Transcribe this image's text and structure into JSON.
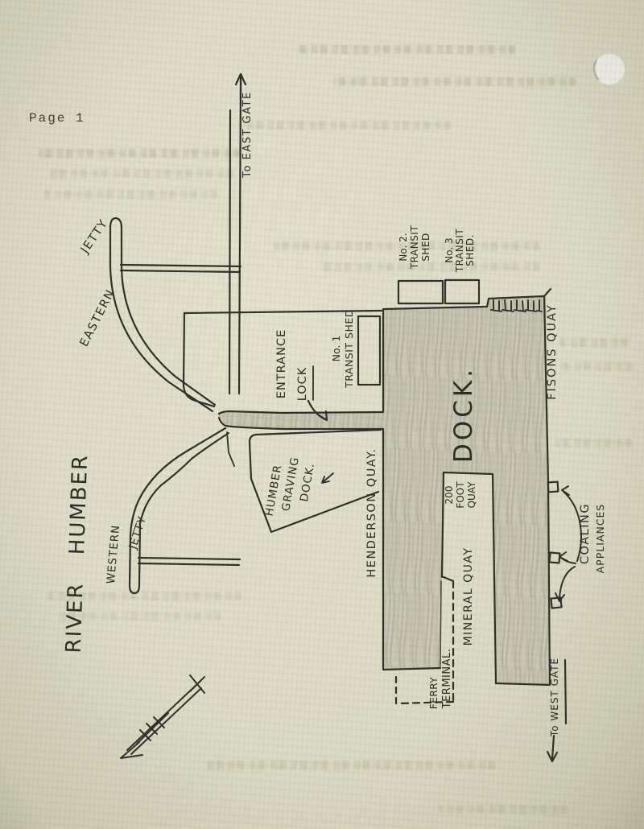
{
  "page": {
    "number_label": "Page 1"
  },
  "map": {
    "river_label": "RIVER HUMBER",
    "dock_label": "DOCK.",
    "gates": {
      "east": "To EAST GATE",
      "west": "To WEST GATE"
    },
    "jetties": {
      "eastern": [
        "EASTERN",
        "JETTY"
      ],
      "western": [
        "WESTERN",
        "JETTY"
      ]
    },
    "sheds": {
      "no1": [
        "No. 1",
        "TRANSIT SHED"
      ],
      "no2": [
        "No. 2.",
        "TRANSIT",
        "SHED"
      ],
      "no3": [
        "No. 3",
        "TRANSIT",
        "SHED."
      ]
    },
    "entrance_lock": [
      "ENTRANCE",
      "LOCK"
    ],
    "quays": {
      "fisons": "FISONS QUAY",
      "henderson": "HENDERSON QUAY.",
      "two_hundred_foot": [
        "200",
        "FOOT",
        "QUAY"
      ],
      "mineral": "MINERAL QUAY",
      "ferry_terminal": [
        "FERRY",
        "TERMINAL."
      ]
    },
    "graving_dock": [
      "HUMBER",
      "GRAVING",
      "DOCK."
    ],
    "coaling": [
      "COALING",
      "APPLIANCES"
    ],
    "colors": {
      "ink": "#32302a",
      "paper": "#dfddc9",
      "pencil_shading": "#c9c6b4"
    }
  }
}
